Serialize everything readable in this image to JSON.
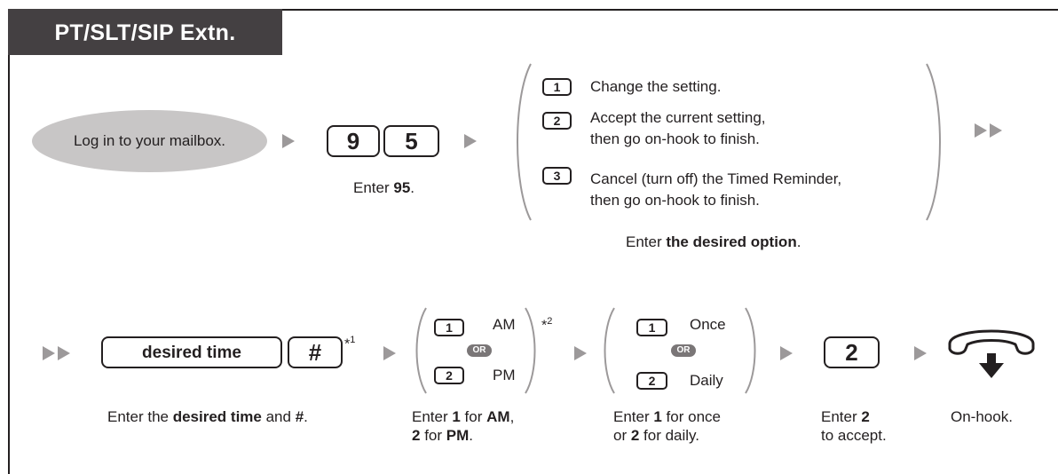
{
  "header": {
    "title": "PT/SLT/SIP Extn."
  },
  "step1": {
    "label": "Log in to your mailbox."
  },
  "step2": {
    "keys": [
      "9",
      "5"
    ],
    "caption_pre": "Enter ",
    "caption_bold": "95",
    "caption_post": "."
  },
  "step3": {
    "options": [
      {
        "key": "1",
        "line1": "Change the setting.",
        "line2": ""
      },
      {
        "key": "2",
        "line1": "Accept the current setting,",
        "line2": "then go on-hook to finish."
      },
      {
        "key": "3",
        "line1": "Cancel (turn off) the Timed Reminder,",
        "line2": "then go on-hook to finish."
      }
    ],
    "caption_pre": "Enter ",
    "caption_bold": "the desired option",
    "caption_post": "."
  },
  "step4": {
    "time_label": "desired time",
    "hash_key": "#",
    "note_star": "*",
    "note_num": "1",
    "caption_pre": "Enter the ",
    "caption_bold1": "desired time",
    "caption_mid": " and ",
    "caption_bold2": "#",
    "caption_post": "."
  },
  "step5": {
    "options": [
      {
        "key": "1",
        "label": "AM"
      },
      {
        "key": "2",
        "label": "PM"
      }
    ],
    "or_label": "OR",
    "note_star": "*",
    "note_num": "2",
    "cap1_pre": "Enter ",
    "cap1_b1": "1",
    "cap1_mid": " for ",
    "cap1_b2": "AM",
    "cap1_post": ",",
    "cap2_b1": "2",
    "cap2_mid": " for ",
    "cap2_b2": "PM",
    "cap2_post": "."
  },
  "step6": {
    "options": [
      {
        "key": "1",
        "label": "Once"
      },
      {
        "key": "2",
        "label": "Daily"
      }
    ],
    "or_label": "OR",
    "cap1_pre": "Enter ",
    "cap1_b1": "1",
    "cap1_post": " for once",
    "cap2_pre": "or ",
    "cap2_b1": "2",
    "cap2_post": " for daily."
  },
  "step7": {
    "key": "2",
    "cap1_pre": "Enter ",
    "cap1_b1": "2",
    "cap2": "to accept."
  },
  "step8": {
    "icon": "on-hook-handset-icon",
    "caption": "On-hook."
  },
  "colors": {
    "tab": "#444042",
    "oval": "#c8c6c6",
    "arrow": "#9c999a",
    "or_badge": "#7a7677"
  }
}
